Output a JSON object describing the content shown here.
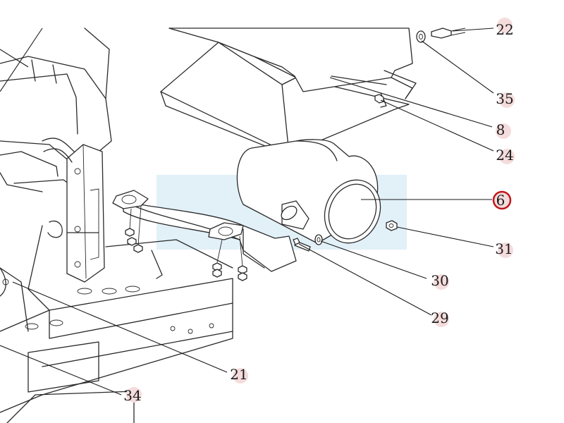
{
  "colors": {
    "line": "#2a2a2a",
    "callout_dot": "#f5dcdc",
    "highlight_ring": "#c0161c",
    "watermark": "#cfe6f3"
  },
  "callouts": [
    {
      "id": "c22",
      "label": "22",
      "highlighted": false
    },
    {
      "id": "c35",
      "label": "35",
      "highlighted": false
    },
    {
      "id": "c8",
      "label": "8",
      "highlighted": false
    },
    {
      "id": "c24",
      "label": "24",
      "highlighted": false
    },
    {
      "id": "c6",
      "label": "6",
      "highlighted": true
    },
    {
      "id": "c31",
      "label": "31",
      "highlighted": false
    },
    {
      "id": "c30",
      "label": "30",
      "highlighted": false
    },
    {
      "id": "c29",
      "label": "29",
      "highlighted": false
    },
    {
      "id": "c21",
      "label": "21",
      "highlighted": false
    },
    {
      "id": "c34",
      "label": "34",
      "highlighted": false
    }
  ]
}
